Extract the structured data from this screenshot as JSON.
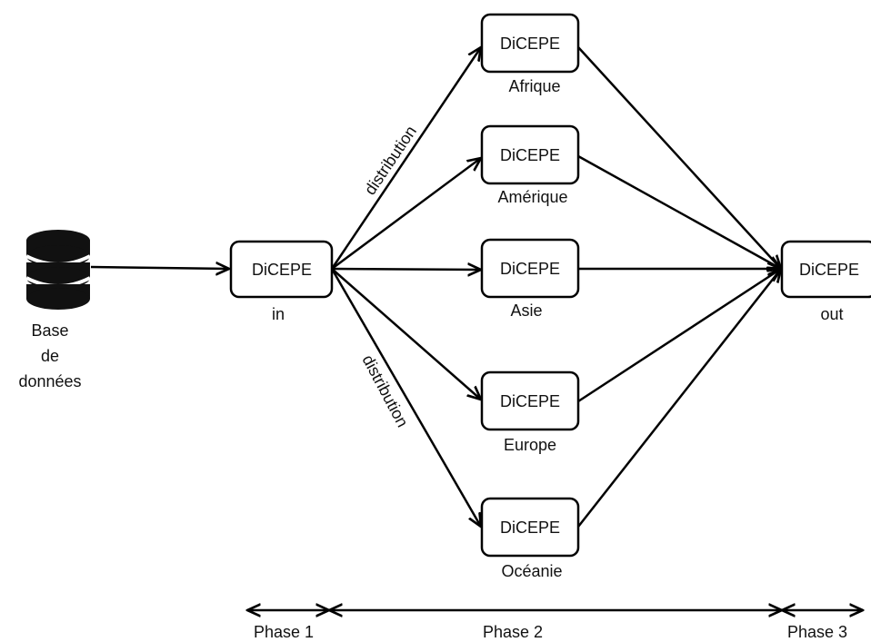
{
  "database": {
    "label_lines": [
      "Base",
      "de",
      "données"
    ],
    "icon": "database-icon"
  },
  "nodes": {
    "in": {
      "box_text": "DiCEPE",
      "caption": "in"
    },
    "out": {
      "box_text": "DiCEPE",
      "caption": "out"
    },
    "afrique": {
      "box_text": "DiCEPE",
      "caption": "Afrique"
    },
    "amerique": {
      "box_text": "DiCEPE",
      "caption": "Amérique"
    },
    "asie": {
      "box_text": "DiCEPE",
      "caption": "Asie"
    },
    "europe": {
      "box_text": "DiCEPE",
      "caption": "Europe"
    },
    "oceanie": {
      "box_text": "DiCEPE",
      "caption": "Océanie"
    }
  },
  "edge_labels": {
    "upper": "distribution",
    "lower": "distribution"
  },
  "phases": [
    {
      "label": "Phase 1"
    },
    {
      "label": "Phase 2"
    },
    {
      "label": "Phase 3"
    }
  ]
}
